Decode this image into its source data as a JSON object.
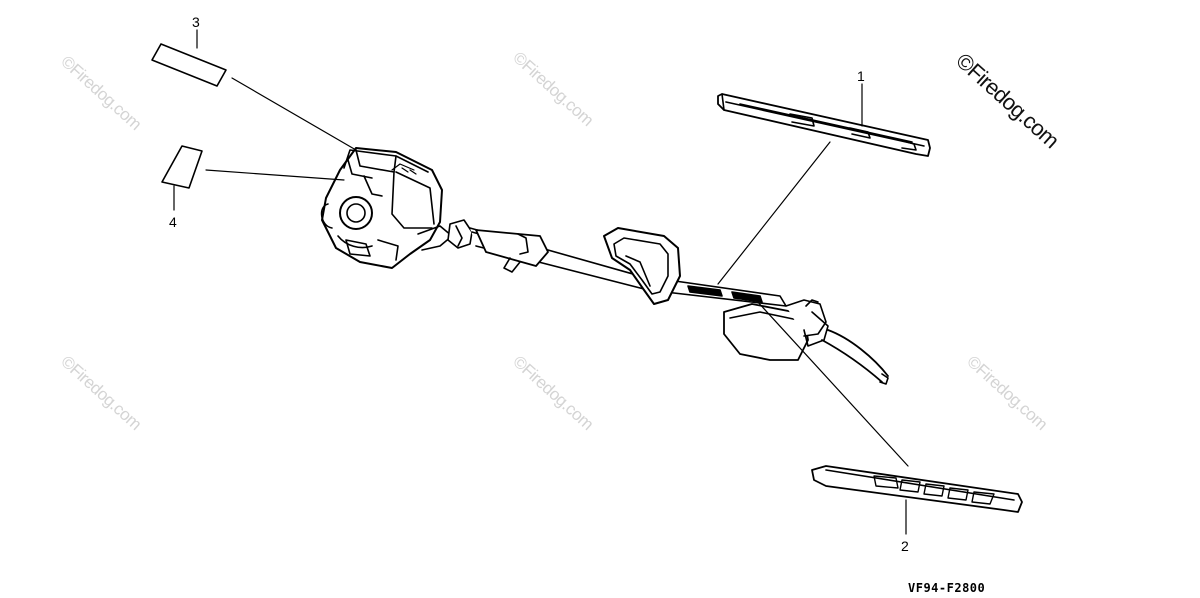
{
  "watermark": "©Firedog.com",
  "copyright": "©Firedog.com",
  "callouts": [
    "1",
    "2",
    "3",
    "4"
  ],
  "drawing_code": "VF94-F2800",
  "colors": {
    "ink": "#000000",
    "watermark": "#d4d4d4",
    "background": "#ffffff"
  }
}
